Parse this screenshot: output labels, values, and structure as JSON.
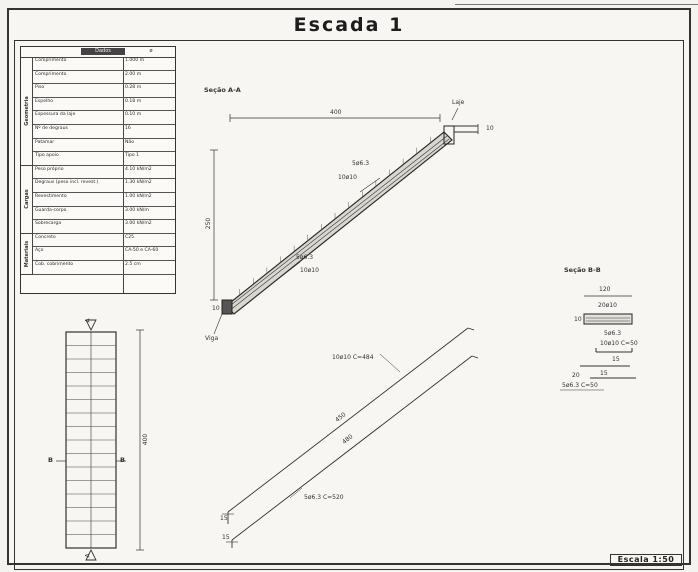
{
  "title": "Escada 1",
  "table": {
    "head": [
      "Dados",
      "ø"
    ],
    "groups": [
      {
        "label": "Geometria",
        "rows": [
          {
            "k": "Comprimento",
            "v": "1.000 m"
          },
          {
            "k": "Comprimento",
            "v": "2.00 m"
          },
          {
            "k": "Piso",
            "v": "0.28 m"
          },
          {
            "k": "Espelho",
            "v": "0.18 m"
          },
          {
            "k": "Espessura da laje",
            "v": "0.10 m"
          },
          {
            "k": "Nº de degraus",
            "v": "16"
          },
          {
            "k": "Patamar",
            "v": "Não"
          },
          {
            "k": "Tipo apoio",
            "v": "Tipo 1"
          }
        ]
      },
      {
        "label": "Cargas",
        "rows": [
          {
            "k": "Peso próprio",
            "v": "4.10 kN/m2"
          },
          {
            "k": "Degraus (peso incl. revest.)",
            "v": "1.30 kN/m2"
          },
          {
            "k": "Revestimento",
            "v": "1.00 kN/m2"
          },
          {
            "k": "Guarda-corpo",
            "v": "3.00 kN/m"
          },
          {
            "k": "Sobrecarga",
            "v": "3.00 kN/m2"
          }
        ]
      },
      {
        "label": "Materiais",
        "rows": [
          {
            "k": "Concreto",
            "v": "C25"
          },
          {
            "k": "Aço",
            "v": "CA-50 e CA-60"
          },
          {
            "k": "Cob. cobrimento",
            "v": "2.5 cm"
          }
        ]
      }
    ]
  },
  "section_aa": {
    "title": "Seção A-A",
    "top_dim": "400",
    "side_dim": "250",
    "bottom_dim": "10",
    "support_top": "Laje",
    "support_bottom": "Viga",
    "rebar_labels": [
      "5ø6.3",
      "10ø10",
      "5ø6.3",
      "10ø10"
    ],
    "right_mark": "10"
  },
  "section_bb": {
    "title": "Seção B-B",
    "width_dim": "120",
    "rebar_top": "20ø10",
    "rebar_mid": "5ø6.3",
    "left_dim": "10",
    "bars_label_1": "10ø10 C=50",
    "bars_label_2": "5ø6.3 C=50",
    "dims": [
      "15",
      "15",
      "20"
    ]
  },
  "plan": {
    "marker_a_left": "A",
    "marker_b_left": "B",
    "marker_b_right": "B",
    "marker_a_bottom": "A",
    "overall_dim": "400"
  },
  "longitudinal": {
    "bar_top": "10ø10 C=484",
    "bar_bottom": "5ø6.3 C=520",
    "dim_upper": "450",
    "dim_lower": "480",
    "hook_top": "15",
    "hook_bottom": "15"
  },
  "scale": "Escala 1:50"
}
